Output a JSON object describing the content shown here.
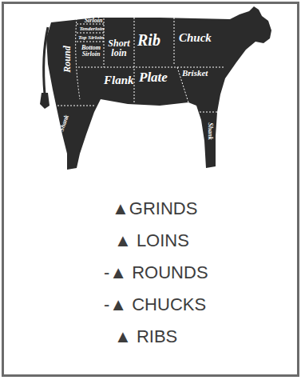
{
  "diagram": {
    "labels": [
      "Sirloin",
      "Tenderloin",
      "Top Sirloin",
      "Bottom Sirloin",
      "Round",
      "Short loin",
      "Rib",
      "Chuck",
      "Flank",
      "Plate",
      "Brisket",
      "Shank",
      "Shank",
      "▲GRINDS",
      "▲ LOINS",
      "-▲ ROUNDS",
      "-▲ CHUCKS",
      "▲ RIBS"
    ]
  }
}
